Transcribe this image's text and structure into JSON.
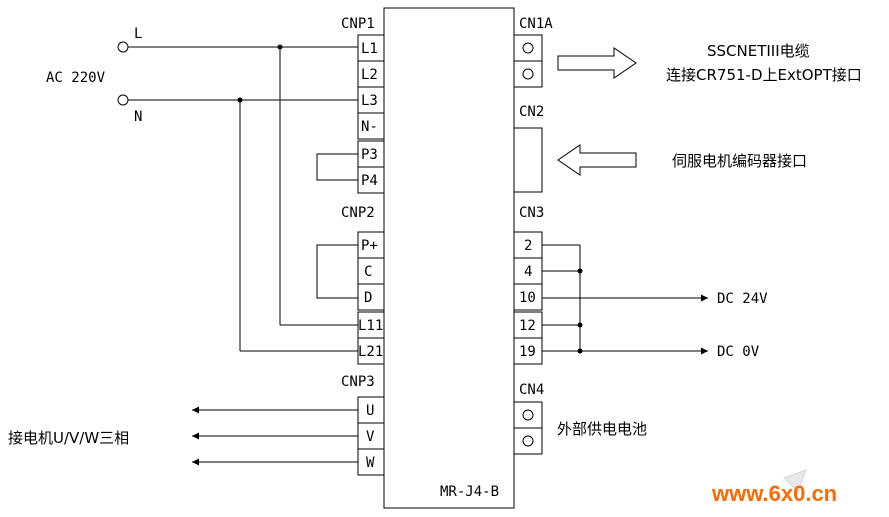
{
  "diagram": {
    "power_source": {
      "voltage_label": "AC 220V",
      "line_L": "L",
      "line_N": "N"
    },
    "drive": {
      "model": "MR-J4-B"
    },
    "cnp1": {
      "title": "CNP1",
      "pins": [
        "L1",
        "L2",
        "L3",
        "N-",
        "P3",
        "P4"
      ]
    },
    "cnp2": {
      "title": "CNP2",
      "pins": [
        "P+",
        "C",
        "D",
        "L11",
        "L21"
      ]
    },
    "cnp3": {
      "title": "CNP3",
      "pins": [
        "U",
        "V",
        "W"
      ],
      "note": "接电机U/V/W三相"
    },
    "cn1a": {
      "title": "CN1A",
      "note_line1": "SSCNETIII电缆",
      "note_line2": "连接CR751-D上ExtOPT接口"
    },
    "cn2": {
      "title": "CN2",
      "note": "伺服电机编码器接口"
    },
    "cn3": {
      "title": "CN3",
      "pins": [
        "2",
        "4",
        "10",
        "12",
        "19"
      ],
      "out_dc24v": "DC 24V",
      "out_dc0v": "DC 0V"
    },
    "cn4": {
      "title": "CN4",
      "note": "外部供电电池"
    },
    "watermark": "www.6x0.cn"
  }
}
